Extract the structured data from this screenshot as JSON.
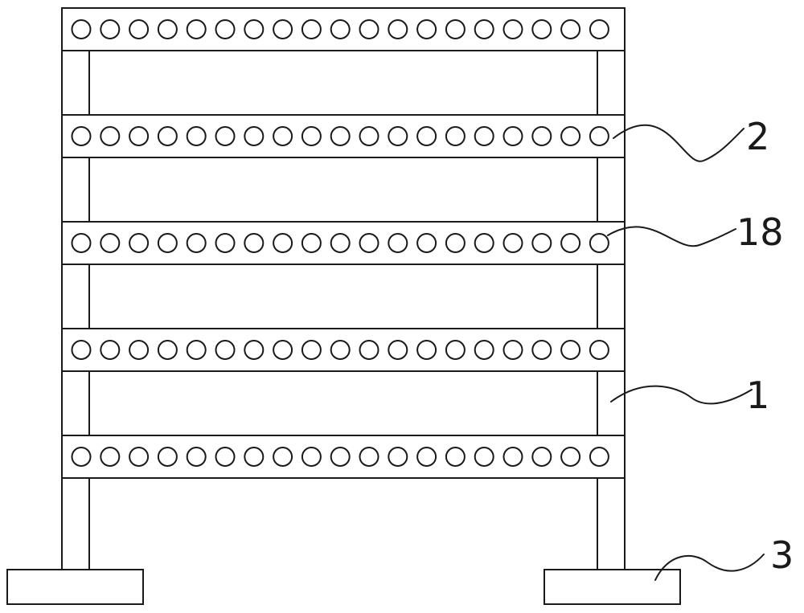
{
  "figure": {
    "rack": {
      "shelf_count": 5,
      "holes_per_shelf": 19
    },
    "callouts": [
      {
        "id": "callout-2",
        "label": "2"
      },
      {
        "id": "callout-18",
        "label": "18"
      },
      {
        "id": "callout-1",
        "label": "1"
      },
      {
        "id": "callout-3",
        "label": "3"
      }
    ],
    "colors": {
      "line": "#1a1a1a",
      "background": "#ffffff"
    }
  }
}
